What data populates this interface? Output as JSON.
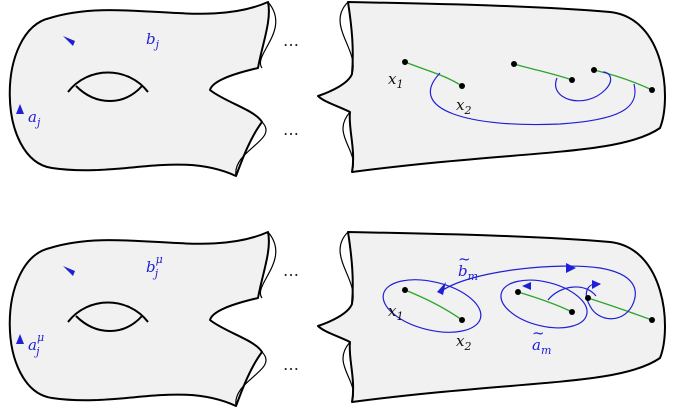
{
  "colors": {
    "curve": "#1f1fd6",
    "branch_cut": "#2aa52a",
    "surface": "#f1f1f1",
    "outline": "#000000",
    "label": "#1f1fd6",
    "point_label": "#111111"
  },
  "dots": "…",
  "top": {
    "b_label": "b",
    "b_sub": "j",
    "a_label": "a",
    "a_sub": "j",
    "x1_label": "x",
    "x1_sub": "1",
    "x2_label": "x",
    "x2_sub": "2"
  },
  "bottom": {
    "b_label": "b",
    "b_sub": "j",
    "b_sup": "μ",
    "a_label": "a",
    "a_sub": "j",
    "a_sup": "μ",
    "x1_label": "x",
    "x1_sub": "1",
    "x2_label": "x",
    "x2_sub": "2",
    "bm_label": "b",
    "bm_sub": "m",
    "am_label": "a",
    "am_sub": "m",
    "tilde": "~"
  }
}
